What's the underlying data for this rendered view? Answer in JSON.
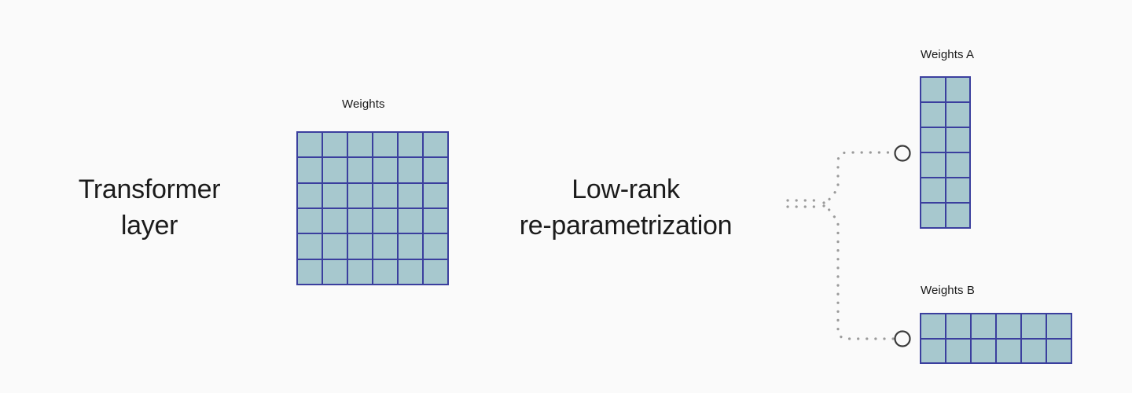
{
  "background_color": "#fafafa",
  "diagram": {
    "title_left": "Transformer\nlayer",
    "title_center": "Low-rank\nre-parametrization",
    "colors": {
      "cell_fill": "#a7c8ce",
      "cell_border": "#3b3f9e",
      "text": "#1b1b1b",
      "connector": "#9b9b9b",
      "node_stroke": "#3b3b3b"
    },
    "matrices": [
      {
        "id": "weights",
        "caption": "Weights",
        "rows": 6,
        "cols": 6
      },
      {
        "id": "weights-a",
        "caption": "Weights A",
        "rows": 6,
        "cols": 2
      },
      {
        "id": "weights-b",
        "caption": "Weights B",
        "rows": 2,
        "cols": 6
      }
    ],
    "connector": {
      "style": "dotted",
      "branch_nodes": 2
    }
  }
}
